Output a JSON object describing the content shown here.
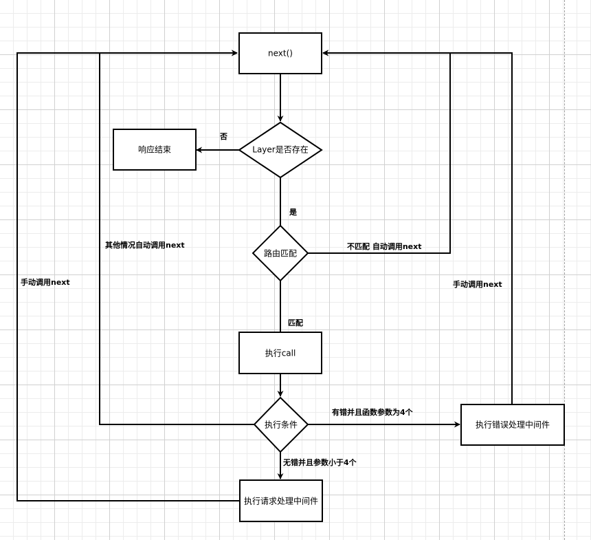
{
  "nodes": {
    "next": "next()",
    "end": "响应结束",
    "layer": "Layer是否存在",
    "route": "路由匹配",
    "call": "执行call",
    "cond": "执行条件",
    "err": "执行错误处理中间件",
    "req": "执行请求处理中间件"
  },
  "edges": {
    "no": "否",
    "yes": "是",
    "match": "匹配",
    "nomatch": "不匹配 自动调用next",
    "other": "其他情况自动调用next",
    "manual_left": "手动调用next",
    "manual_right": "手动调用next",
    "has_err": "有错并且函数参数为4个",
    "no_err": "无错并且参数小于4个"
  },
  "colors": {
    "stroke": "#000000",
    "fill": "#ffffff"
  }
}
